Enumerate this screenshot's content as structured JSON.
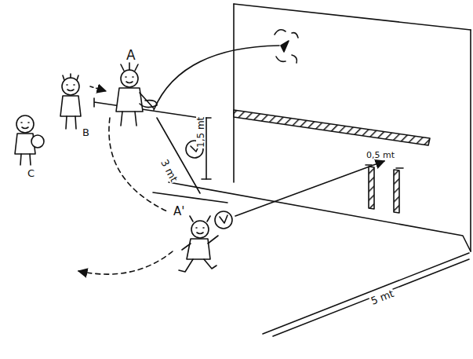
{
  "diagram": {
    "labels": [
      "1,5 mt",
      "0,5 mt",
      "A",
      "3 mt",
      "B",
      "A'",
      "C",
      "5 mt"
    ]
  }
}
